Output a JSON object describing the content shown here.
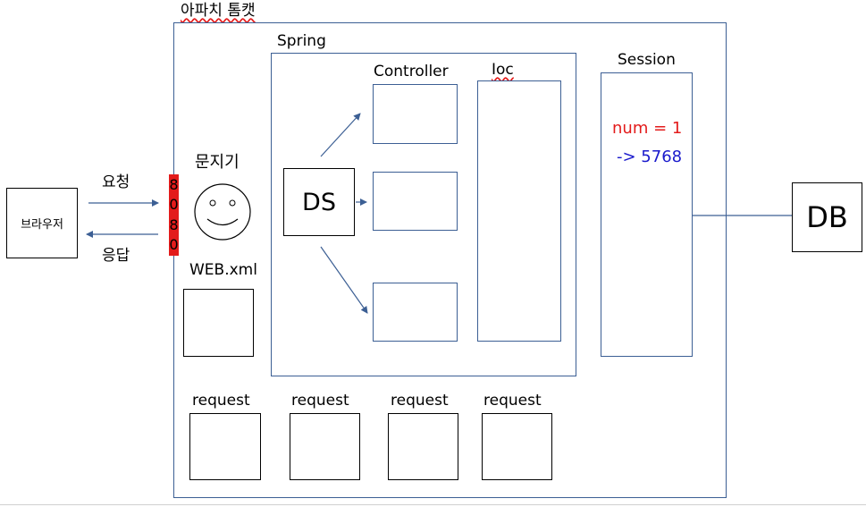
{
  "tomcat": {
    "title": "아파치 톰캣"
  },
  "spring": {
    "title": "Spring"
  },
  "browser": {
    "label": "브라우저"
  },
  "arrows": {
    "request_label": "요청",
    "response_label": "응답"
  },
  "port": {
    "digits": [
      "8",
      "0",
      "8",
      "0"
    ]
  },
  "gatekeeper": {
    "label": "문지기"
  },
  "web_xml": {
    "label": "WEB.xml"
  },
  "dispatcher": {
    "label": "DS"
  },
  "controller": {
    "label": "Controller"
  },
  "ioc": {
    "label": "Ioc"
  },
  "session": {
    "label": "Session",
    "value_line": "num = 1",
    "change_line": "-> 5768"
  },
  "db": {
    "label": "DB"
  },
  "requests": [
    {
      "label": "request"
    },
    {
      "label": "request"
    },
    {
      "label": "request"
    },
    {
      "label": "request"
    }
  ],
  "colors": {
    "line": "#3c5f94",
    "port": "#e31b1b",
    "session_value": "#e31b1b",
    "session_change": "#1a1acc"
  }
}
